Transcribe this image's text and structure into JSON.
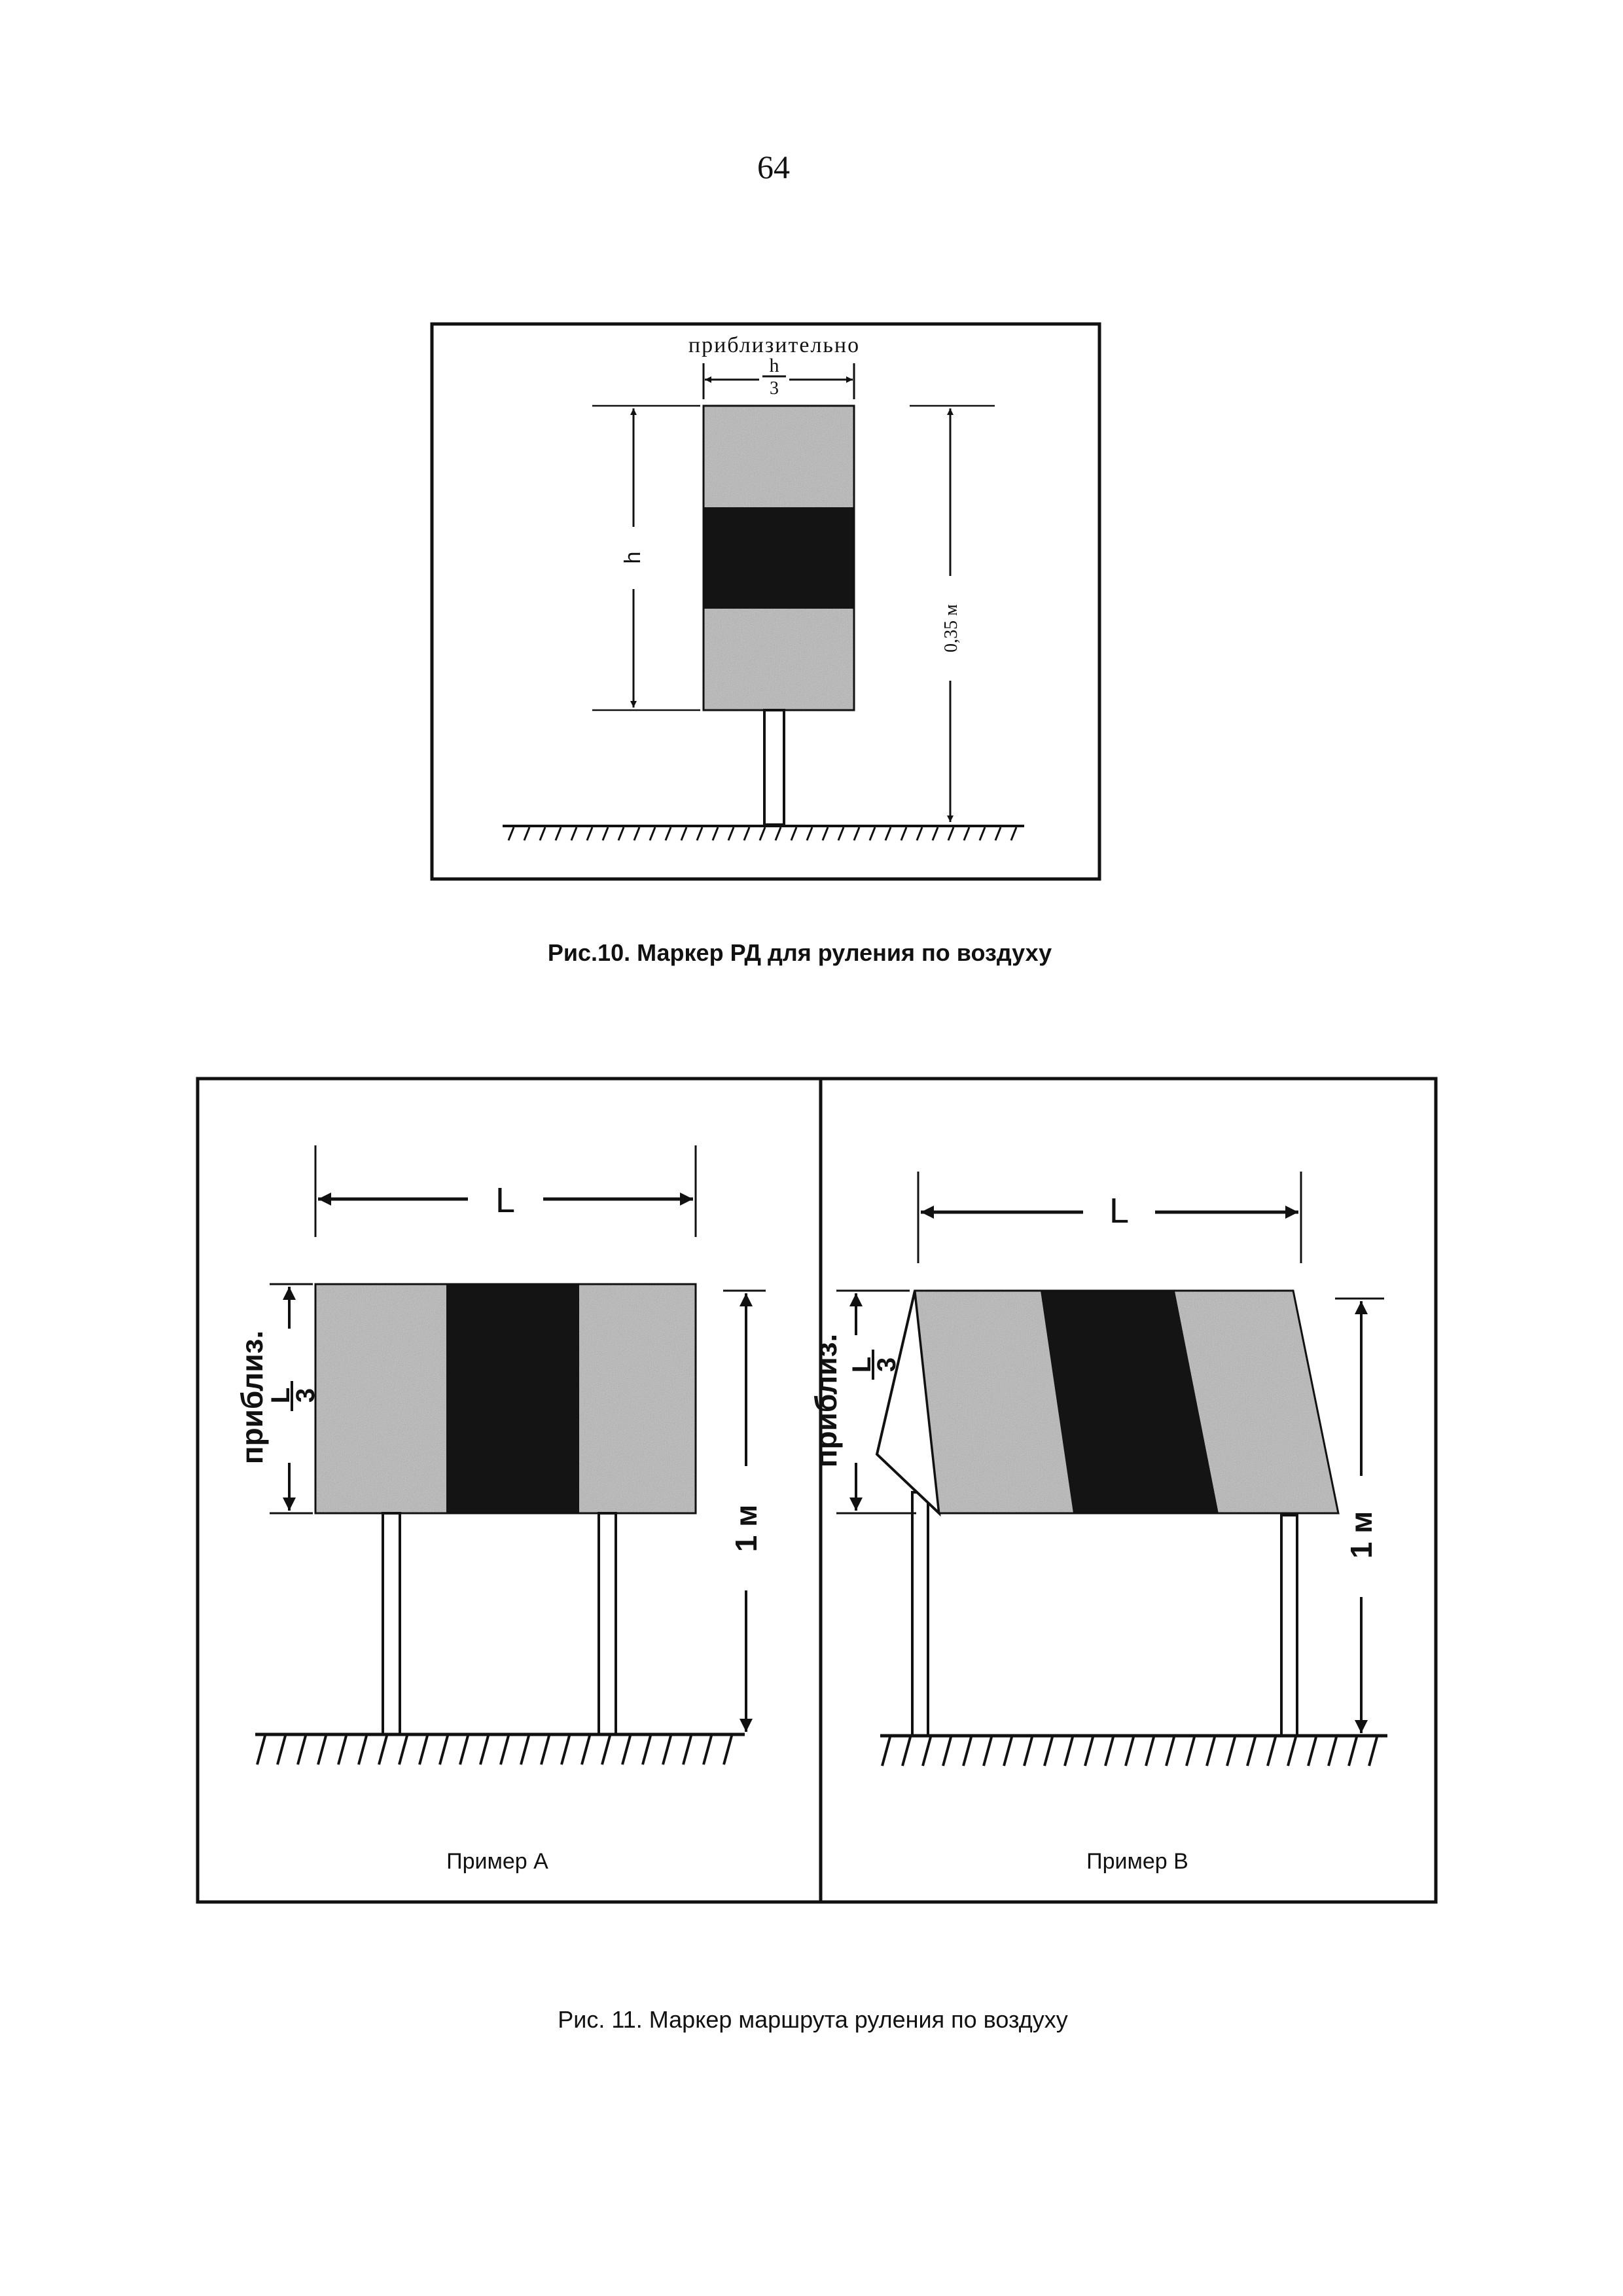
{
  "page": {
    "number": "64"
  },
  "figure10": {
    "approx_label": "приблизительно",
    "width_fraction": {
      "numerator": "h",
      "denominator": "3"
    },
    "height_label": "h",
    "total_height_label": "0,35 м",
    "caption": "Рис.10. Маркер РД для руления по воздуху"
  },
  "figure11": {
    "example_a": {
      "length_label": "L",
      "approx_label": "приблиз.",
      "fraction": {
        "numerator": "L",
        "denominator": "3"
      },
      "height_label": "1 м",
      "label": "Пример А"
    },
    "example_b": {
      "length_label": "L",
      "approx_label": "приблиз.",
      "fraction": {
        "numerator": "L",
        "denominator": "3"
      },
      "height_label": "1 м",
      "label": "Пример В"
    },
    "caption": "Рис. 11. Маркер маршрута руления по воздуху"
  },
  "colors": {
    "ink": "#111111",
    "light_band": "#b8b8b8",
    "dark_band": "#141414",
    "paper": "#ffffff"
  }
}
